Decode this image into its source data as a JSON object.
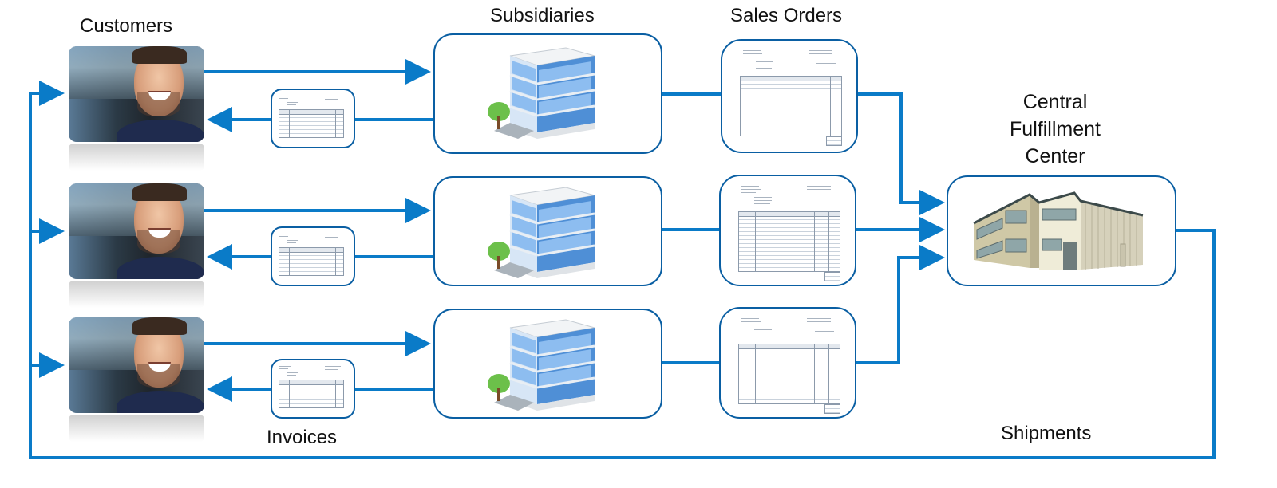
{
  "labels": {
    "customers": "Customers",
    "subsidiaries": "Subsidiaries",
    "sales_orders": "Sales Orders",
    "central_fulfillment_center": "Central Fulfillment Center",
    "central_line1": "Central",
    "central_line2": "Fulfillment",
    "central_line3": "Center",
    "invoices": "Invoices",
    "shipments": "Shipments"
  },
  "nodes": {
    "customers": [
      {
        "id": "customer-1",
        "icon": "person-photo"
      },
      {
        "id": "customer-2",
        "icon": "person-photo"
      },
      {
        "id": "customer-3",
        "icon": "person-photo"
      }
    ],
    "invoices": [
      {
        "id": "invoice-1",
        "icon": "invoice-document"
      },
      {
        "id": "invoice-2",
        "icon": "invoice-document"
      },
      {
        "id": "invoice-3",
        "icon": "invoice-document"
      }
    ],
    "subsidiaries": [
      {
        "id": "subsidiary-1",
        "icon": "office-building"
      },
      {
        "id": "subsidiary-2",
        "icon": "office-building"
      },
      {
        "id": "subsidiary-3",
        "icon": "office-building"
      }
    ],
    "sales_orders": [
      {
        "id": "sales-order-1",
        "icon": "sales-order-document"
      },
      {
        "id": "sales-order-2",
        "icon": "sales-order-document"
      },
      {
        "id": "sales-order-3",
        "icon": "sales-order-document"
      }
    ],
    "central": {
      "id": "central-fulfillment-center",
      "icon": "warehouse"
    }
  },
  "edges": [
    {
      "from": "customer",
      "to": "subsidiary",
      "kind": "order-request"
    },
    {
      "from": "subsidiary",
      "to": "customer",
      "via": "invoice"
    },
    {
      "from": "subsidiary",
      "to": "sales-order"
    },
    {
      "from": "sales-order",
      "to": "central-fulfillment-center"
    },
    {
      "from": "central-fulfillment-center",
      "to": "customer",
      "via": "shipments"
    }
  ],
  "colors": {
    "arrow": "#0a7bc8",
    "box_border": "#0a5fa3"
  }
}
